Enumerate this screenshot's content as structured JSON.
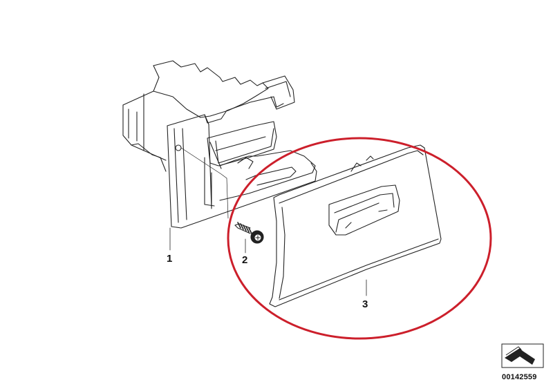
{
  "diagram": {
    "type": "exploded-parts-diagram",
    "callouts": [
      {
        "id": "1",
        "label": "1",
        "part": "housing"
      },
      {
        "id": "2",
        "label": "2",
        "part": "screw"
      },
      {
        "id": "3",
        "label": "3",
        "part": "cover-panel"
      }
    ],
    "highlight": {
      "target": "3",
      "shape": "ellipse",
      "color": "#cc1f2b"
    },
    "reference": {
      "number": "00142559",
      "icon": "viewing-direction-arrow-icon"
    }
  }
}
